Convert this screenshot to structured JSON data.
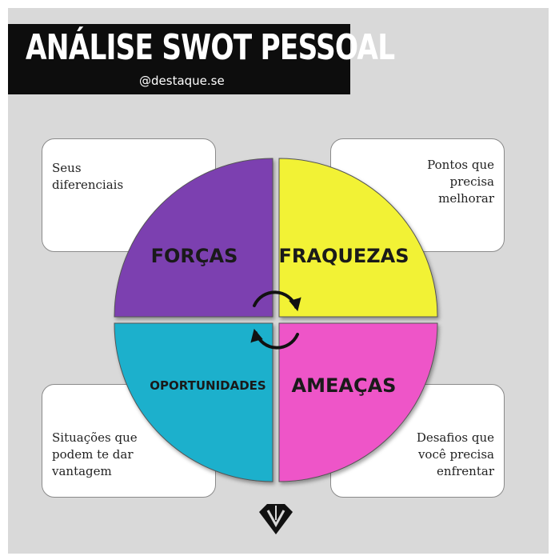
{
  "title": "ANÁLISE SWOT PESSOAL",
  "handle": "@destaque.se",
  "quadrants": {
    "strengths": {
      "label": "FORÇAS",
      "color": "#7b3fb0"
    },
    "weaknesses": {
      "label": "FRAQUEZAS",
      "color": "#f2f236"
    },
    "opportunities": {
      "label": "OPORTUNIDADES",
      "color": "#1fb0cc"
    },
    "threats": {
      "label": "AMEAÇAS",
      "color": "#ee55c8"
    }
  },
  "cards": {
    "strengths": "Seus\ndiferenciais",
    "weaknesses": "Pontos que\nprecisa\nmelhorar",
    "opportunities": "Situações que\npodem te dar\nvantagem",
    "threats": "Desafios que\nvocê precisa\nenfrentar"
  },
  "icons": [
    "cycle-arrows-icon",
    "brand-logo-icon"
  ]
}
